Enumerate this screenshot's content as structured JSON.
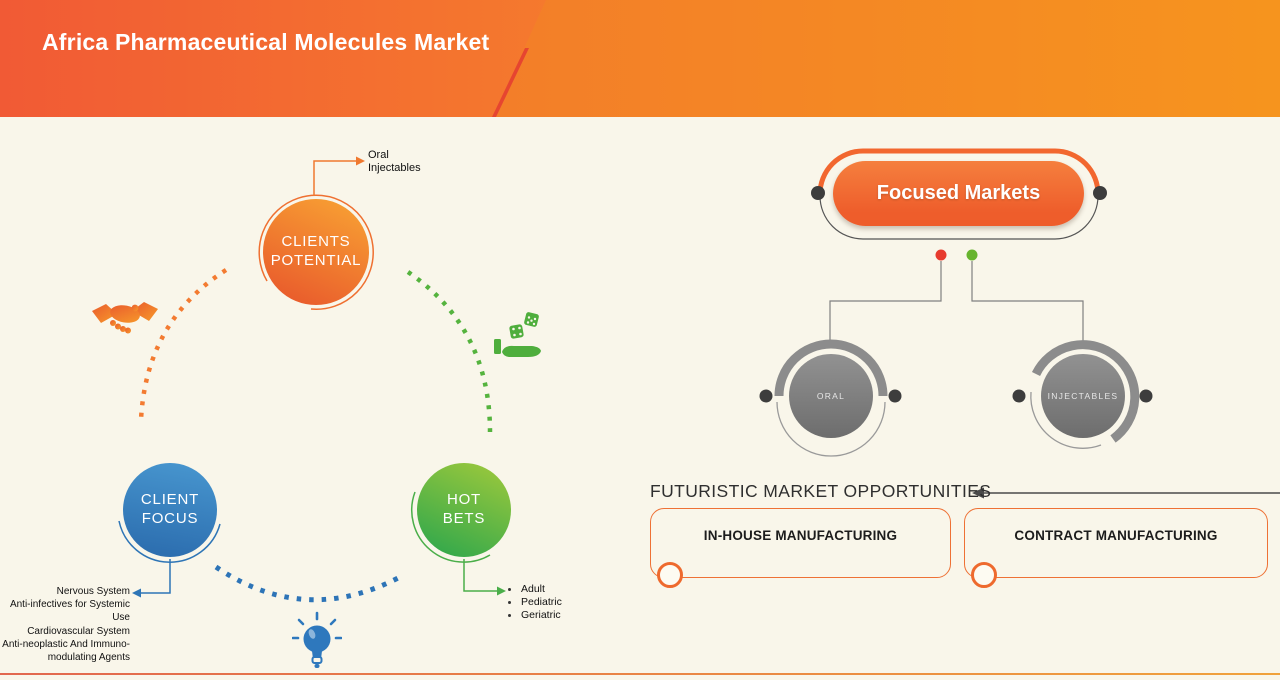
{
  "header": {
    "title": "Africa Pharmaceutical Molecules Market"
  },
  "cycle": {
    "clients_potential": {
      "line1": "CLIENTS",
      "line2": "POTENTIAL",
      "callout": [
        "Oral",
        "Injectables"
      ]
    },
    "client_focus": {
      "line1": "CLIENT",
      "line2": "FOCUS",
      "items": [
        "Nervous System",
        "Anti-infectives for Systemic Use",
        "Cardiovascular System",
        "Anti-neoplastic And Immuno-modulating Agents"
      ]
    },
    "hot_bets": {
      "line1": "HOT",
      "line2": "BETS",
      "items": [
        "Adult",
        "Pediatric",
        "Geriatric"
      ]
    }
  },
  "focused_markets": {
    "title": "Focused Markets",
    "nodes": [
      {
        "label": "ORAL"
      },
      {
        "label": "INJECTABLES"
      }
    ]
  },
  "opportunities": {
    "heading": "FUTURISTIC MARKET OPPORTUNITIES",
    "boxes": [
      {
        "label": "IN-HOUSE MANUFACTURING"
      },
      {
        "label": "CONTRACT MANUFACTURING"
      }
    ]
  },
  "colors": {
    "accent_orange": "#f2672f",
    "blue": "#2e75b6",
    "green": "#4caf47",
    "node_gray": "#7f7f7f",
    "red_dot": "#e73b2e",
    "green_dot": "#67b42e"
  }
}
